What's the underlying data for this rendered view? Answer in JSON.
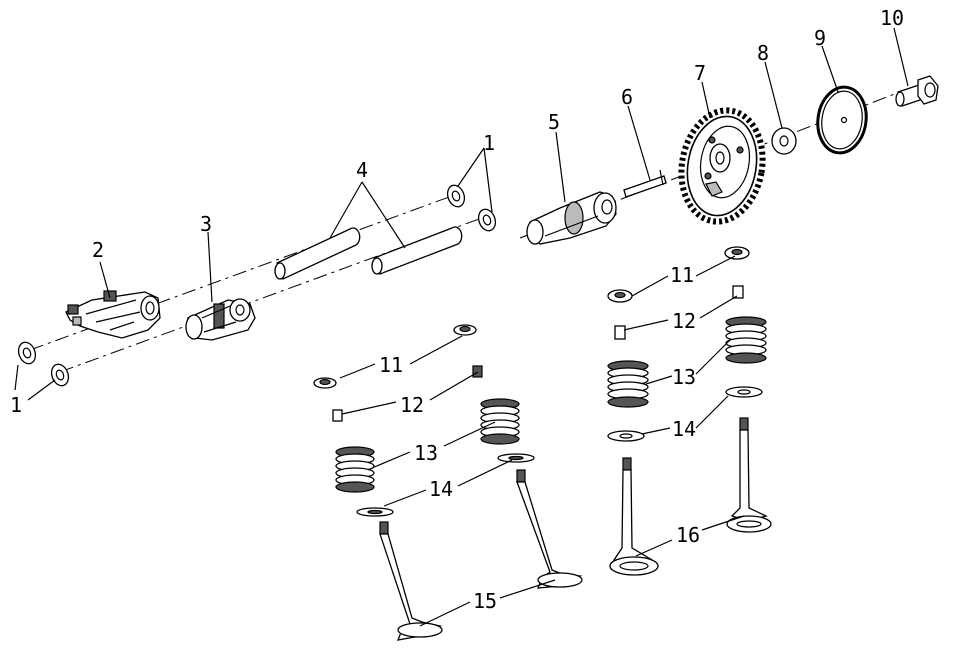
{
  "diagram": {
    "labels": [
      {
        "id": "label-1a",
        "text": "1"
      },
      {
        "id": "label-1b",
        "text": "1"
      },
      {
        "id": "label-2",
        "text": "2"
      },
      {
        "id": "label-3",
        "text": "3"
      },
      {
        "id": "label-4",
        "text": "4"
      },
      {
        "id": "label-5",
        "text": "5"
      },
      {
        "id": "label-6",
        "text": "6"
      },
      {
        "id": "label-7",
        "text": "7"
      },
      {
        "id": "label-8",
        "text": "8"
      },
      {
        "id": "label-9",
        "text": "9"
      },
      {
        "id": "label-10",
        "text": "10"
      },
      {
        "id": "label-11a",
        "text": "11"
      },
      {
        "id": "label-11b",
        "text": "11"
      },
      {
        "id": "label-12a",
        "text": "12"
      },
      {
        "id": "label-12b",
        "text": "12"
      },
      {
        "id": "label-13a",
        "text": "13"
      },
      {
        "id": "label-13b",
        "text": "13"
      },
      {
        "id": "label-14a",
        "text": "14"
      },
      {
        "id": "label-14b",
        "text": "14"
      },
      {
        "id": "label-15",
        "text": "15"
      },
      {
        "id": "label-16",
        "text": "16"
      }
    ]
  }
}
